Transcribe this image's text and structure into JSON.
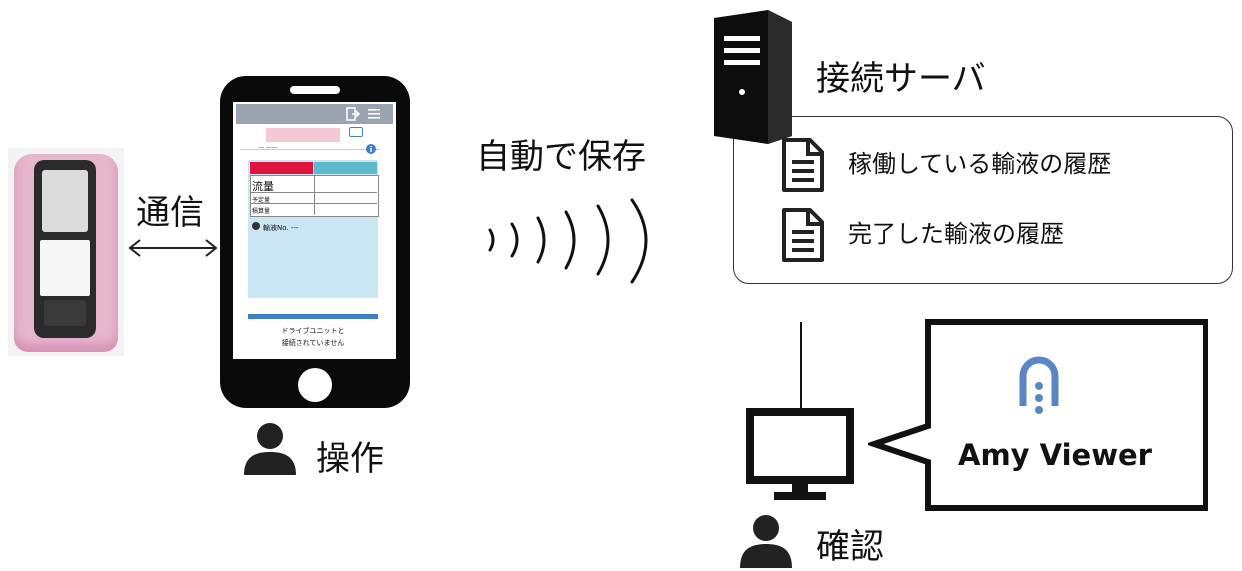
{
  "labels": {
    "communication": "通信",
    "auto_save": "自動で保存",
    "operation": "操作",
    "server": "接続サーバ",
    "active_history": "稼働している輸液の履歴",
    "completed_history": "完了した輸液の履歴",
    "confirm": "確認",
    "viewer_name": "Amy Viewer"
  },
  "phone_app": {
    "field_label": "流量",
    "sub_label_1": "予定量",
    "sub_label_2": "積算量",
    "alarm_label": "輸液No. ---",
    "status_line_1": "ドライブユニットと",
    "status_line_2": "接続されていません"
  },
  "icons": [
    "user-icon",
    "server-icon",
    "document-icon",
    "monitor-icon",
    "wireless-waves-icon",
    "amy-logo-icon",
    "info-icon",
    "logout-icon",
    "menu-icon"
  ],
  "colors": {
    "device_pink": "#e7b6cf",
    "app_header": "#9aa4b1",
    "app_red": "#e0143c",
    "app_teal": "#5fb8cc",
    "app_blue_bg": "#c9e6f2",
    "logo_blue": "#5b86c6",
    "icon_dark": "#222222"
  }
}
